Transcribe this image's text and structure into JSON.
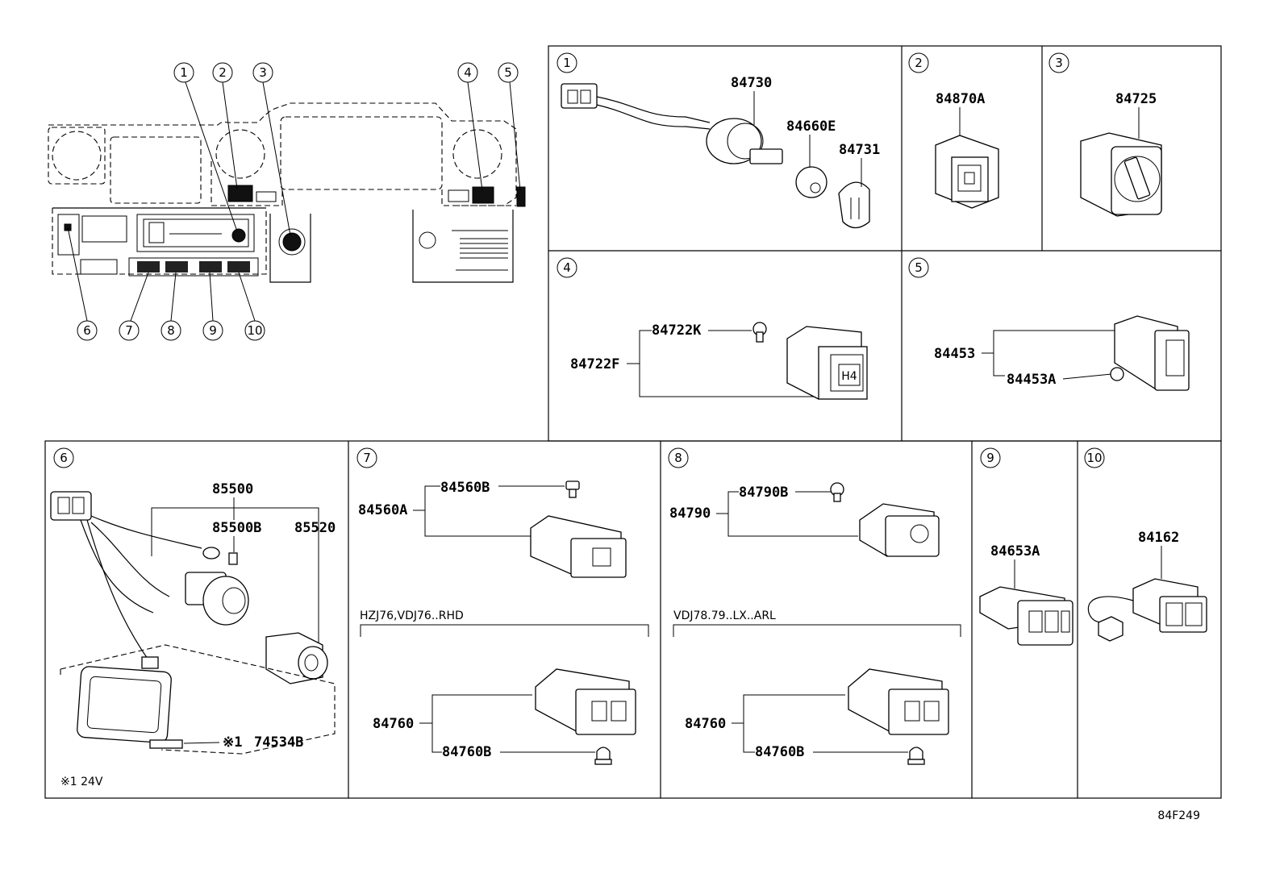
{
  "overview": {
    "callouts": [
      "1",
      "2",
      "3",
      "4",
      "5",
      "6",
      "7",
      "8",
      "9",
      "10"
    ]
  },
  "panels": [
    {
      "num": "1",
      "parts": {
        "p1": "84730",
        "p2": "84660E",
        "p3": "84731"
      }
    },
    {
      "num": "2",
      "parts": {
        "p1": "84870A"
      }
    },
    {
      "num": "3",
      "parts": {
        "p1": "84725"
      }
    },
    {
      "num": "4",
      "parts": {
        "p1": "84722K",
        "p2": "84722F"
      },
      "switch_text": "H4"
    },
    {
      "num": "5",
      "parts": {
        "p1": "84453",
        "p2": "84453A"
      }
    },
    {
      "num": "6",
      "parts": {
        "p1": "85500",
        "p2": "85500B",
        "p3": "85520",
        "p4": "74534B"
      },
      "ref_mark": "※1",
      "footnote": "※1 24V"
    },
    {
      "num": "7",
      "parts": {
        "p1": "84560B",
        "p2": "84560A",
        "p3": "84760",
        "p4": "84760B"
      },
      "variant": "HZJ76,VDJ76..RHD"
    },
    {
      "num": "8",
      "parts": {
        "p1": "84790B",
        "p2": "84790",
        "p3": "84760",
        "p4": "84760B"
      },
      "variant": "VDJ78.79..LX..ARL"
    },
    {
      "num": "9",
      "parts": {
        "p1": "84653A"
      }
    },
    {
      "num": "10",
      "parts": {
        "p1": "84162"
      }
    }
  ],
  "diagram_code": "84F249"
}
